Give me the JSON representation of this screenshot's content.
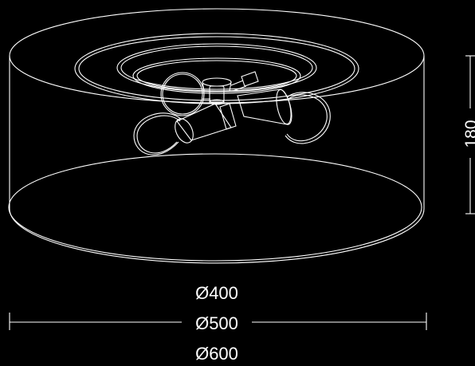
{
  "drawing": {
    "background": "#000000",
    "line_color": "#ffffff",
    "dimensions": {
      "height": "180",
      "diameter_inner": "Ø400",
      "diameter_mid": "Ø500",
      "diameter_outer": "Ø600"
    }
  }
}
